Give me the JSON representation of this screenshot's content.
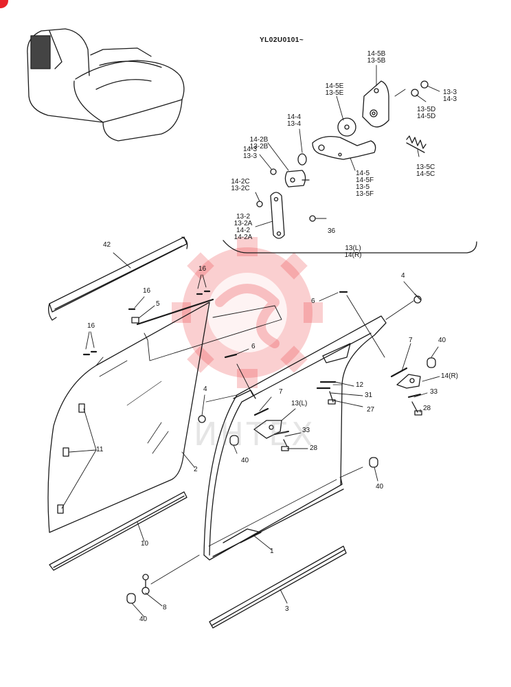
{
  "serial": "YL02U0101~",
  "watermark_text": "ИНТЕХ",
  "accent_color": "#e8232a",
  "labels": {
    "l42": "42",
    "l16a": "16",
    "l16b": "16",
    "l16c": "16",
    "l5": "5",
    "l4a": "4",
    "l4b": "4",
    "l6a": "6",
    "l6b": "6",
    "l7a": "7",
    "l7b": "7",
    "l11": "11",
    "l2": "2",
    "l10": "10",
    "l40a": "40",
    "l40b": "40",
    "l40c": "40",
    "l40d": "40",
    "l8": "8",
    "l3": "3",
    "l1": "1",
    "l12": "12",
    "l31": "31",
    "l27": "27",
    "l33a": "33",
    "l33b": "33",
    "l28a": "28",
    "l28b": "28",
    "l13L": "13(L)",
    "l14R": "14(R)",
    "l36": "36",
    "b13_14": [
      "13(L)",
      "14(R)"
    ],
    "g14_5B": [
      "14-5B",
      "13-5B"
    ],
    "g14_5E": [
      "14-5E",
      "13-5E"
    ],
    "g13_3r": [
      "13-3",
      "14-3"
    ],
    "g13_5D": [
      "13-5D",
      "14-5D"
    ],
    "g14_4": [
      "14-4",
      "13-4"
    ],
    "g14_2B": [
      "14-2B",
      "13-2B"
    ],
    "g14_3l": [
      "14-3",
      "13-3"
    ],
    "g14_2C": [
      "14-2C",
      "13-2C"
    ],
    "g13_2": [
      "13-2",
      "13-2A",
      "14-2",
      "14-2A"
    ],
    "g14_5": [
      "14-5",
      "14-5F",
      "13-5",
      "13-5F"
    ],
    "g13_5C": [
      "13-5C",
      "14-5C"
    ]
  }
}
